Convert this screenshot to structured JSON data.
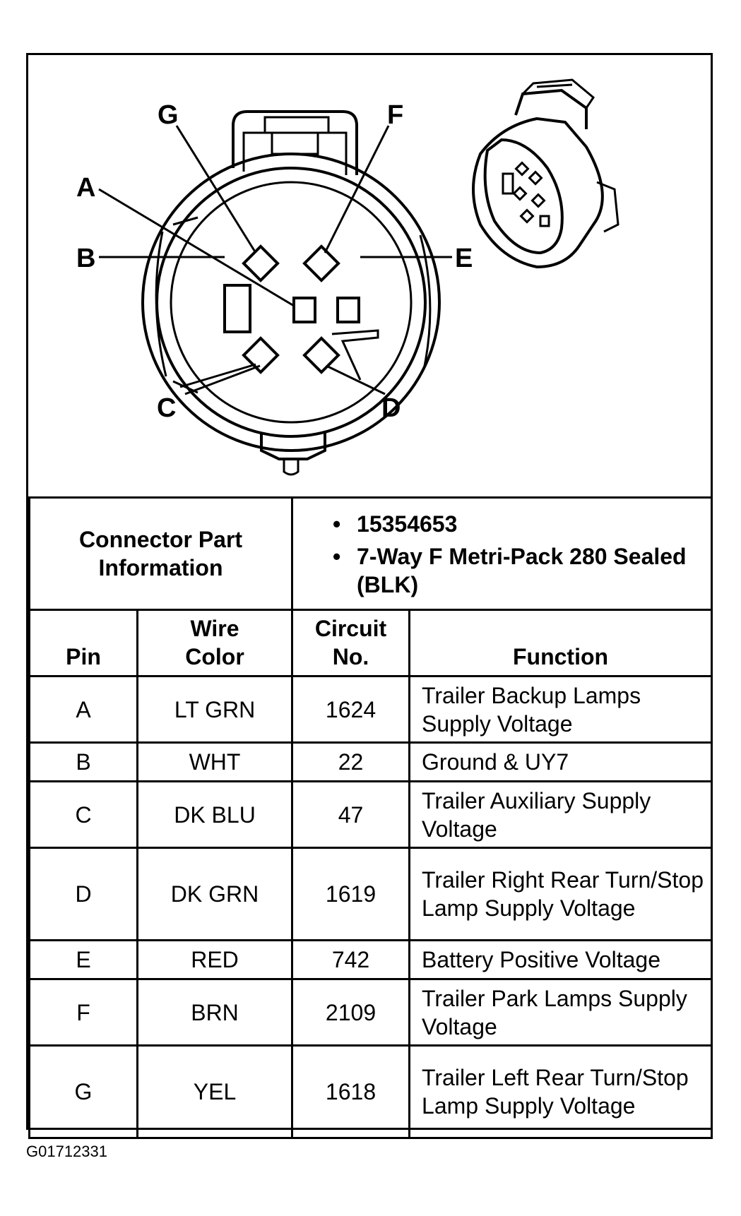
{
  "connector_labels": {
    "a": "A",
    "b": "B",
    "c": "C",
    "d": "D",
    "e": "E",
    "f": "F",
    "g": "G"
  },
  "connector_info": {
    "label": "Connector Part Information",
    "values": [
      "15354653",
      "7-Way F Metri-Pack 280 Sealed (BLK)"
    ]
  },
  "table": {
    "headers": {
      "pin": "Pin",
      "wire_color": "Wire Color",
      "circuit": "Circuit No.",
      "function": "Function"
    },
    "rows": [
      {
        "pin": "A",
        "wire_color": "LT GRN",
        "circuit": "1624",
        "function": "Trailer Backup Lamps Supply Voltage"
      },
      {
        "pin": "B",
        "wire_color": "WHT",
        "circuit": "22",
        "function": "Ground & UY7"
      },
      {
        "pin": "C",
        "wire_color": "DK BLU",
        "circuit": "47",
        "function": "Trailer Auxiliary Supply Voltage"
      },
      {
        "pin": "D",
        "wire_color": "DK GRN",
        "circuit": "1619",
        "function": "Trailer Right Rear Turn/Stop Lamp Supply Voltage"
      },
      {
        "pin": "E",
        "wire_color": "RED",
        "circuit": "742",
        "function": "Battery Positive Voltage"
      },
      {
        "pin": "F",
        "wire_color": "BRN",
        "circuit": "2109",
        "function": "Trailer Park Lamps Supply Voltage"
      },
      {
        "pin": "G",
        "wire_color": "YEL",
        "circuit": "1618",
        "function": "Trailer Left Rear Turn/Stop Lamp Supply Voltage"
      }
    ]
  },
  "figure_id": "G01712331"
}
